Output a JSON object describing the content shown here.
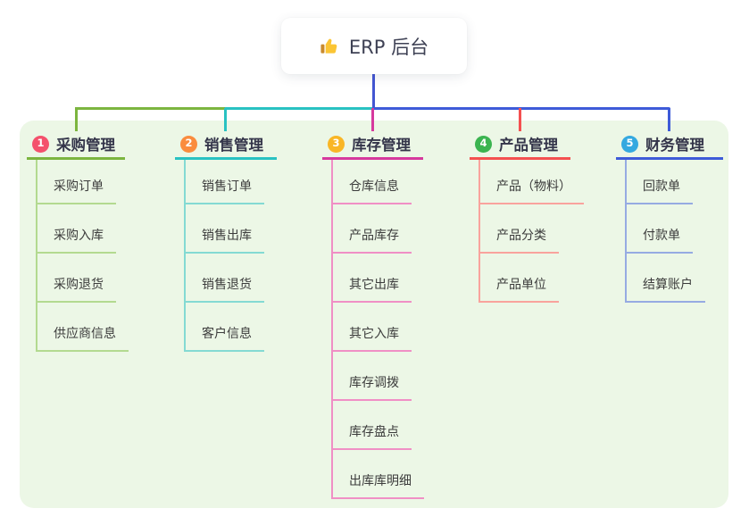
{
  "root": {
    "icon": "thumbs-up",
    "label": "ERP 后台"
  },
  "connector": {
    "trunk_color": "#4356d2"
  },
  "panel": {
    "background": "#ecf7e6"
  },
  "branches": [
    {
      "number": "1",
      "label": "采购管理",
      "color": "#7cb53f",
      "light_color": "#b3da90",
      "badge_color": "#f4516c",
      "children": [
        "采购订单",
        "采购入库",
        "采购退货",
        "供应商信息"
      ]
    },
    {
      "number": "2",
      "label": "销售管理",
      "color": "#29c2c2",
      "light_color": "#84dad3",
      "badge_color": "#fa8c3e",
      "children": [
        "销售订单",
        "销售出库",
        "销售退货",
        "客户信息"
      ]
    },
    {
      "number": "3",
      "label": "库存管理",
      "color": "#d6399d",
      "light_color": "#f08fc5",
      "badge_color": "#f9b626",
      "children": [
        "仓库信息",
        "产品库存",
        "其它出库",
        "其它入库",
        "库存调拨",
        "库存盘点",
        "出库库明细"
      ]
    },
    {
      "number": "4",
      "label": "产品管理",
      "color": "#f45050",
      "light_color": "#f9a39d",
      "badge_color": "#3bb450",
      "children": [
        "产品（物料）",
        "产品分类",
        "产品单位"
      ]
    },
    {
      "number": "5",
      "label": "财务管理",
      "color": "#3e5bd8",
      "light_color": "#96abe2",
      "badge_color": "#34a9e0",
      "children": [
        "回款单",
        "付款单",
        "结算账户"
      ]
    }
  ]
}
